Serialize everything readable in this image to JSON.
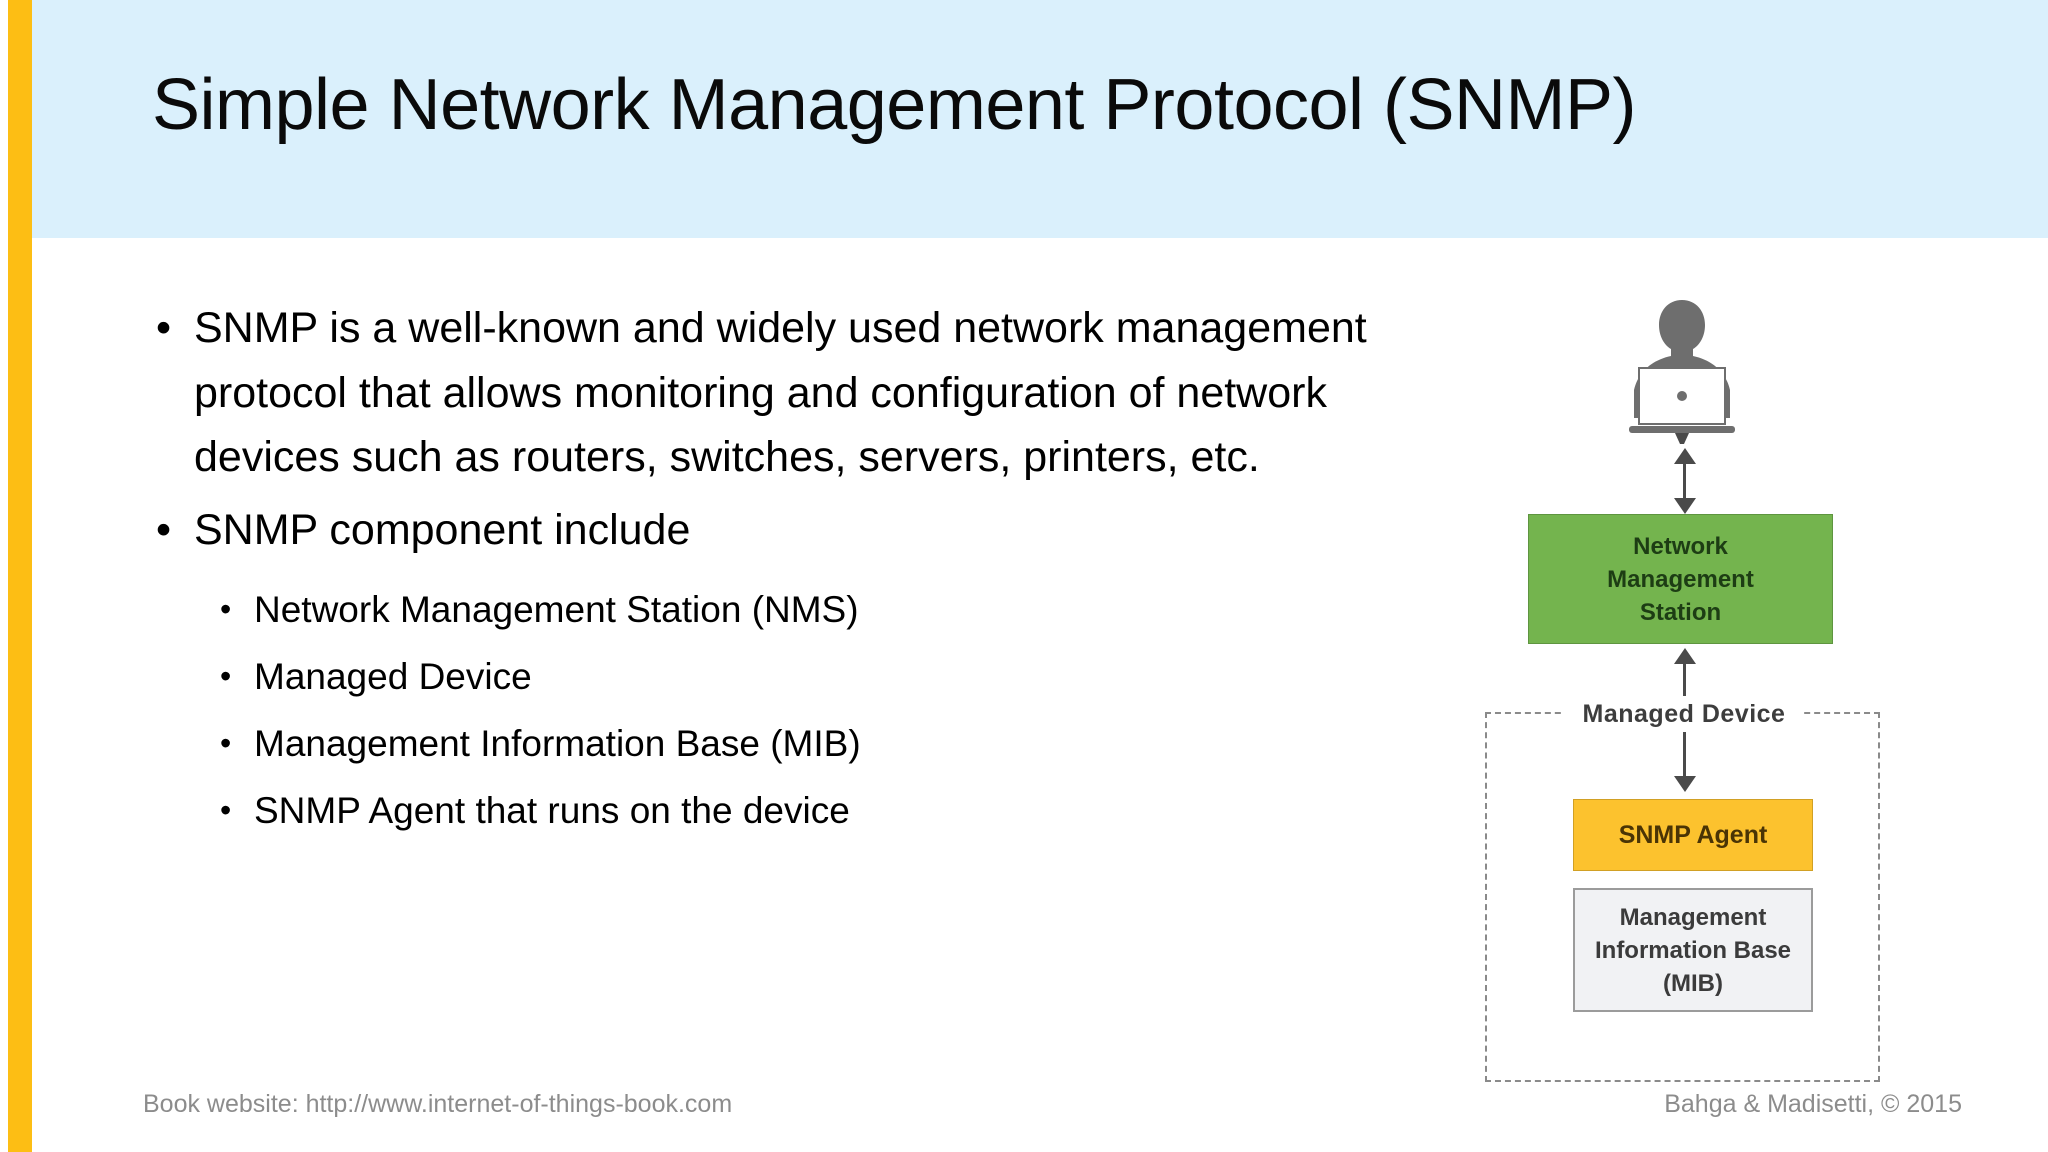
{
  "slide": {
    "title": "Simple Network Management Protocol (SNMP)",
    "accent_color": "#FDBE14",
    "header_color": "#DAF0FC"
  },
  "body": {
    "bullets": [
      {
        "level": 1,
        "marker": "•",
        "text": "SNMP is a well-known and widely used network management protocol that allows monitoring and configuration of network devices such as routers, switches, servers, printers, etc."
      },
      {
        "level": 1,
        "marker": "•",
        "text": "SNMP component include"
      }
    ],
    "sub_bullets": [
      {
        "level": 2,
        "marker": "•",
        "text": "Network Management Station (NMS)"
      },
      {
        "level": 2,
        "marker": "•",
        "text": "Managed Device"
      },
      {
        "level": 2,
        "marker": "•",
        "text": "Management Information Base (MIB)"
      },
      {
        "level": 2,
        "marker": "•",
        "text": "SNMP Agent that runs on the device"
      }
    ]
  },
  "diagram": {
    "person": {
      "icon": "person-with-laptop-icon",
      "color": "#6E6E6E"
    },
    "nms": {
      "line1": "Network",
      "line2": "Management",
      "line3": "Station",
      "fill": "#74B44E",
      "text_color": "#1d3d14"
    },
    "managed_device": {
      "label": "Managed   Device",
      "border_style": "dashed",
      "border_color": "#8a8a8a"
    },
    "snmp_agent": {
      "label": "SNMP Agent",
      "fill": "#FCC22E",
      "text_color": "#4a3405"
    },
    "mib": {
      "line1": "Management",
      "line2": "Information Base",
      "line3": "(MIB)",
      "fill": "#F1F2F4",
      "text_color": "#3b3b3b"
    },
    "arrows": [
      {
        "name": "person-to-nms",
        "direction": "bidirectional"
      },
      {
        "name": "nms-to-agent",
        "direction": "bidirectional"
      }
    ]
  },
  "footer": {
    "left": "Book website: http://www.internet-of-things-book.com",
    "right": "Bahga & Madisetti, © 2015"
  }
}
